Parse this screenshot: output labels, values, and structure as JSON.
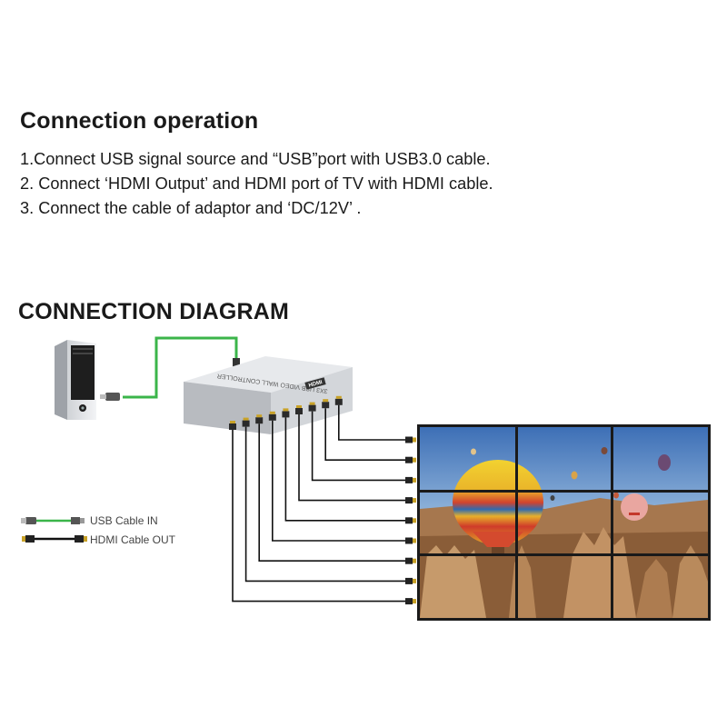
{
  "operation": {
    "title": "Connection operation",
    "steps": [
      "1.Connect USB signal source and “USB”port with USB3.0 cable.",
      "2. Connect ‘HDMI Output’ and HDMI port of TV with HDMI cable.",
      "3. Connect the cable of adaptor and ‘DC/12V’ ."
    ]
  },
  "diagram": {
    "title": "CONNECTION DIAGRAM",
    "device_label": "3X3 USB VIDEO WALL CONTROLLER",
    "device_brand": "HDMI",
    "legend": [
      {
        "label": "USB Cable IN",
        "cable": "usb"
      },
      {
        "label": "HDMI Cable OUT",
        "cable": "hdmi"
      }
    ],
    "wall": {
      "rows": 3,
      "cols": 3
    },
    "colors": {
      "usb_cable": "#3bb54a",
      "hdmi_cable": "#111111",
      "connector_tip": "#c9a227",
      "device": "#d6d8dc"
    }
  }
}
